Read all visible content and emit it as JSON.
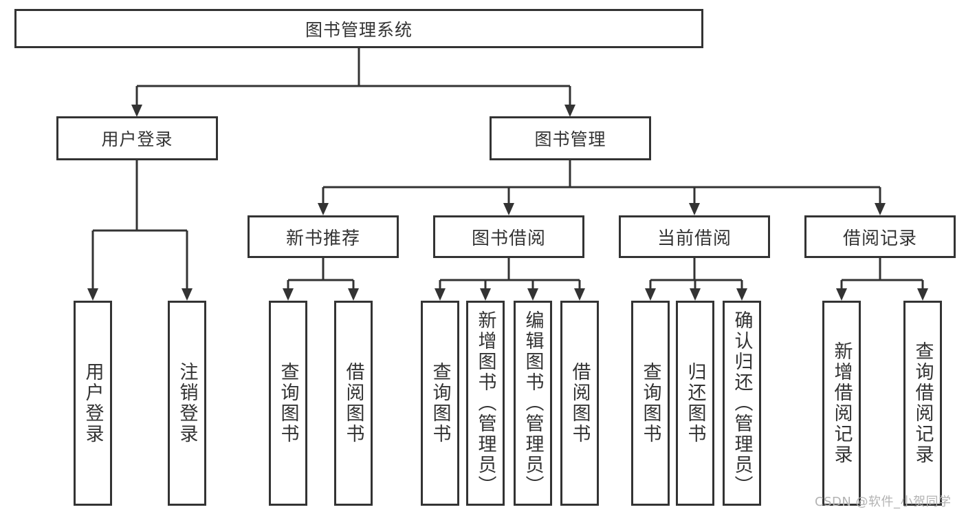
{
  "diagram_title": "图书管理系统",
  "tree": {
    "label": "图书管理系统",
    "children": [
      {
        "label": "用户登录",
        "children": [
          {
            "label": "用户登录"
          },
          {
            "label": "注销登录"
          }
        ]
      },
      {
        "label": "图书管理",
        "children": [
          {
            "label": "新书推荐",
            "children": [
              {
                "label": "查询图书"
              },
              {
                "label": "借阅图书"
              }
            ]
          },
          {
            "label": "图书借阅",
            "children": [
              {
                "label": "查询图书"
              },
              {
                "label": "新增图书（管理员）"
              },
              {
                "label": "编辑图书（管理员）"
              },
              {
                "label": "借阅图书"
              }
            ]
          },
          {
            "label": "当前借阅",
            "children": [
              {
                "label": "查询图书"
              },
              {
                "label": "归还图书"
              },
              {
                "label": "确认归还（管理员）"
              }
            ]
          },
          {
            "label": "借阅记录",
            "children": [
              {
                "label": "新增借阅记录"
              },
              {
                "label": "查询借阅记录"
              }
            ]
          }
        ]
      }
    ]
  },
  "watermark": "CSDN @软件_小贺同学",
  "colors": {
    "line": "#333333",
    "box_border": "#333333",
    "box_fill": "#ffffff",
    "text": "#333333",
    "watermark": "#b3b3b3",
    "background": "#ffffff"
  }
}
